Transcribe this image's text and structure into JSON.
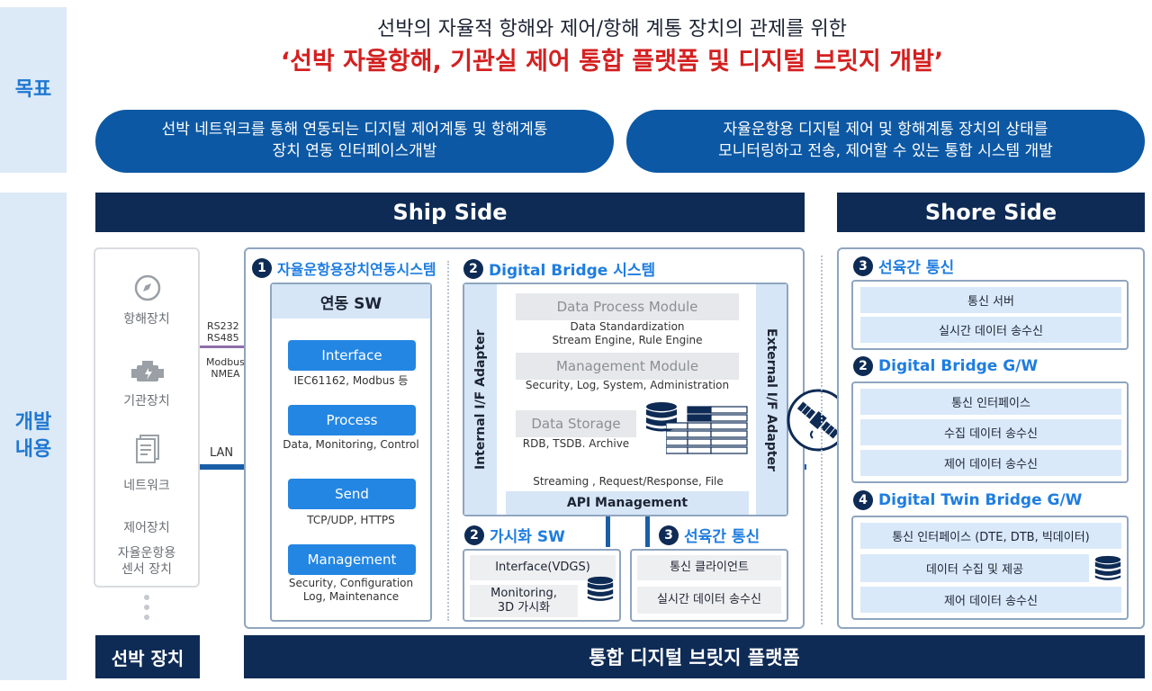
{
  "header": {
    "subtitle": "선박의 자율적 항해와 제어/항해 계통 장치의 관제를 위한",
    "title": "‘선박 자율항해, 기관실 제어 통합 플랫폼 및 디지털 브릿지 개발’"
  },
  "side_labels": {
    "goal": "목표",
    "dev": "개발\n내용"
  },
  "goals": [
    "선박 네트워크를 통해 연동되는 디지털 제어계통 및 항해계통\n장치 연동 인터페이스개발",
    "자율운항용 디지털 제어 및 항해계통 장치의 상태를\n모니터링하고 전송, 제어할 수 있는 통합 시스템 개발"
  ],
  "bars": {
    "ship_side": "Ship Side",
    "shore_side": "Shore Side",
    "ship_device": "선박 장치",
    "platform": "통합 디지털 브릿지 플랫폼"
  },
  "devices": {
    "nav": "항해장치",
    "engine": "기관장치",
    "network": "네트워크",
    "control": "제어장치",
    "sensor": "자율운항용\n센서 장치"
  },
  "links": {
    "rs": "RS232\nRS485",
    "modbus": "Modbus\nNMEA",
    "lan": "LAN"
  },
  "section1": {
    "num": "1",
    "title": "자율운항용장치연동시스템",
    "header": "연동 SW",
    "items": [
      {
        "label": "Interface",
        "caption": "IEC61162, Modbus 등"
      },
      {
        "label": "Process",
        "caption": "Data, Monitoring, Control"
      },
      {
        "label": "Send",
        "caption": "TCP/UDP, HTTPS"
      },
      {
        "label": "Management",
        "caption": "Security, Configuration\nLog, Maintenance"
      }
    ]
  },
  "section2": {
    "num": "2",
    "title": "Digital Bridge 시스템",
    "internal": "Internal I/F Adapter",
    "external": "External I/F Adapter",
    "modules": [
      {
        "label": "Data Process Module",
        "caption": "Data Standardization\nStream Engine, Rule Engine"
      },
      {
        "label": "Management Module",
        "caption": "Security, Log, System, Administration"
      },
      {
        "label": "Data Storage",
        "caption": "RDB, TSDB. Archive"
      }
    ],
    "streaming": "Streaming , Request/Response, File",
    "api": "API Management"
  },
  "vis_sw": {
    "num": "2",
    "title": "가시화 SW",
    "rows": [
      "Interface(VDGS)",
      "Monitoring,\n3D 가시화"
    ]
  },
  "ship_comm": {
    "num": "3",
    "title": "선육간 통신",
    "rows": [
      "통신 클라이언트",
      "실시간 데이터 송수신"
    ]
  },
  "shore": [
    {
      "num": "3",
      "title": "선육간 통신",
      "rows": [
        "통신 서버",
        "실시간 데이터 송수신"
      ]
    },
    {
      "num": "2",
      "title": "Digital Bridge G/W",
      "rows": [
        "통신 인터페이스",
        "수집 데이터 송수신",
        "제어 데이터 송수신"
      ]
    },
    {
      "num": "4",
      "title": "Digital Twin Bridge G/W",
      "rows": [
        "통신 인터페이스 (DTE, DTB, 빅데이터)",
        "데이터 수집 및 제공",
        "제어 데이터 송수신"
      ]
    }
  ],
  "icons": {
    "compass": "compass-icon",
    "engine": "engine-icon",
    "network": "document-stack-icon",
    "satellite": "satellite-icon",
    "database": "database-icon"
  },
  "colors": {
    "navy": "#0e2b55",
    "accent_blue": "#1f7de0",
    "button_blue": "#2386e3",
    "title_red": "#d42020",
    "pill_blue": "#0c58a4"
  }
}
